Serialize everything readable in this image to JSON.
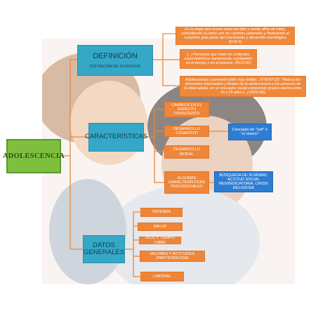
{
  "root": "ADOLESCENCIA",
  "definicion": {
    "title": "DEFINICIÓN",
    "subtitle": "DISTINCIÓN DE JUVENTUD",
    "notes": [
      "Es la etapa que ocurre entre los diez y veinte años de edad, coincidiendo su inicio con los cambios puberales y finalizando al cumplirse gran parte del crecimiento y desarrollo morfológico (O.M.S)",
      "[...] Personas que viven en contextos socio-históricos fuertemente cambiantes en el tiempo y en el espacio. (INJUVE)",
      "Adolescencia y juventud están muy unidas. JUVENTUD: \"Abarca los momentos intermedios y finales de la adolescencia y los primeros de la edad adulta; en un encuadre social comprende grupos etarios entre 15 y 25 años [...] (INJUVE)"
    ]
  },
  "caracteristicas": {
    "title": "CARACTERÍSTICAS",
    "items": [
      "CAMBIOS EN EL ASPECTO FISIOLÓGICO",
      "DESARROLLO COGNITIVO",
      "DESARROLLO MORAL",
      "ALGUNAS CARACTERÍSTICAS PSICOSOCIALES"
    ],
    "cognitivo_detail": "Concepto de \"self\" o \"sí mismo\"",
    "psicosocial_detail": "BÚSQUEDA DE SÍ MISMO, ACTITUD SOCIAL REIVINDICATORIA, CRISIS RELIGIOSA"
  },
  "datos": {
    "title": "DATOS GENERALES",
    "items": [
      "VIVIENDA",
      "SALUD",
      "OCIO Y TIEMPO LIBRE",
      "VALORES Y ACTITUDES (PARTICIPACIÓN)",
      "LABORAL"
    ]
  },
  "colors": {
    "main": "#35a7c7",
    "orange": "#f0883a",
    "blue": "#2e7dd4",
    "root": "#7fbf3f"
  }
}
